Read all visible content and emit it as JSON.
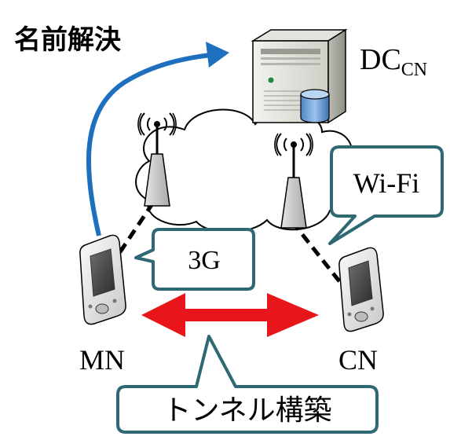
{
  "labels": {
    "name_resolution": "名前解決",
    "dc_main": "DC",
    "dc_sub": "CN",
    "wifi": "Wi-Fi",
    "three_g": "3G",
    "mn": "MN",
    "cn": "CN",
    "tunnel": "トンネル構築"
  },
  "colors": {
    "callout_border": "#2e6873",
    "name_resolution_arrow": "#1f6fbf",
    "tunnel_arrow": "#e8161b",
    "text": "#000000"
  }
}
